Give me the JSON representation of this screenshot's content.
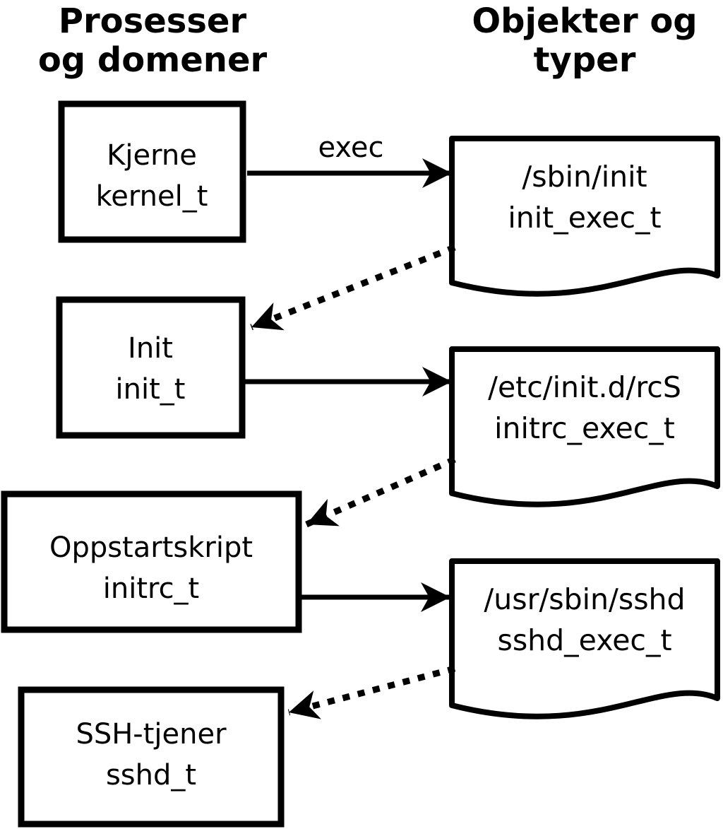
{
  "headers": {
    "left": {
      "line1": "Prosesser",
      "line2": "og domener"
    },
    "right": {
      "line1": "Objekter og",
      "line2": "typer"
    }
  },
  "processes": [
    {
      "name": "Kjerne",
      "type": "kernel_t"
    },
    {
      "name": "Init",
      "type": "init_t"
    },
    {
      "name": "Oppstartskript",
      "type": "initrc_t"
    },
    {
      "name": "SSH-tjener",
      "type": "sshd_t"
    }
  ],
  "objects": [
    {
      "path": "/sbin/init",
      "type": "init_exec_t"
    },
    {
      "path": "/etc/init.d/rcS",
      "type": "initrc_exec_t"
    },
    {
      "path": "/usr/sbin/sshd",
      "type": "sshd_exec_t"
    }
  ],
  "edges": {
    "exec_label": "exec"
  },
  "colors": {
    "stroke": "#000000",
    "background": "#ffffff"
  }
}
